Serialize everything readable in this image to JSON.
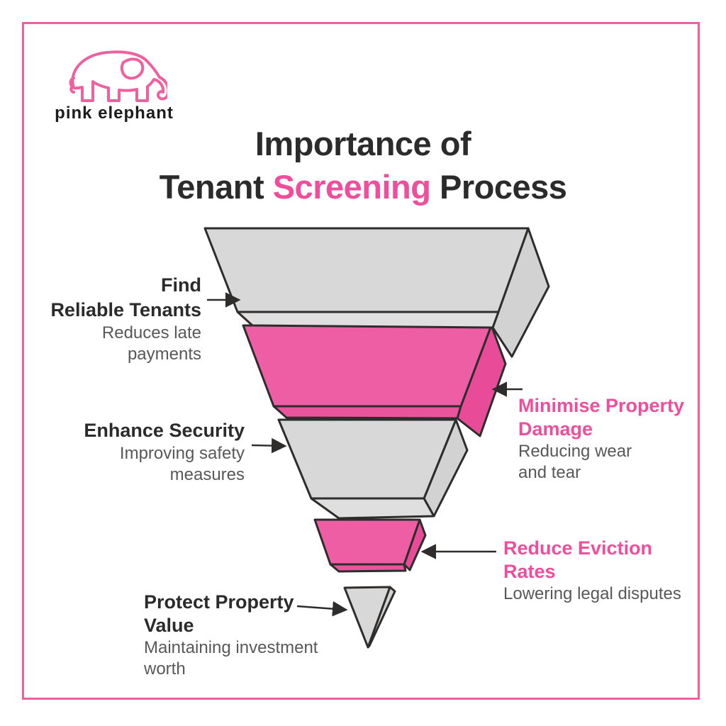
{
  "brand": {
    "name": "pink elephant"
  },
  "title": {
    "line1": "Importance of",
    "line2_prefix": "Tenant ",
    "line2_highlight": "Screening",
    "line2_suffix": " Process"
  },
  "colors": {
    "accent_pink": "#ee5ea4",
    "accent_pink_side": "#e84b97",
    "accent_pink_sliver": "#ea549c",
    "gray_front": "#d8d8d8",
    "gray_side": "#d2d2d2",
    "gray_sliver": "#dfdfdf",
    "outline": "#2e2d2c",
    "text_dark": "#2b2b2b",
    "text_gray": "#58585a",
    "label_pink": "#ee4e9b",
    "frame_pink": "#f0609f",
    "background": "#ffffff"
  },
  "funnel": {
    "type": "inverted-pyramid",
    "levels": [
      {
        "name": "find-reliable-tenants",
        "color": "gray",
        "label_side": "left",
        "title": "Find Reliable Tenants",
        "title_lines": [
          "Find",
          "Reliable Tenants"
        ],
        "subtitle": "Reduces late payments",
        "subtitle_lines": [
          "Reduces late",
          "payments"
        ]
      },
      {
        "name": "minimise-property-damage",
        "color": "pink",
        "label_side": "right",
        "title": "Minimise Property Damage",
        "title_lines": [
          "Minimise Property",
          "Damage"
        ],
        "subtitle": "Reducing wear and tear",
        "subtitle_lines": [
          "Reducing wear",
          "and tear"
        ]
      },
      {
        "name": "enhance-security",
        "color": "gray",
        "label_side": "left",
        "title": "Enhance Security",
        "title_lines": [
          "Enhance Security"
        ],
        "subtitle": "Improving safety measures",
        "subtitle_lines": [
          "Improving safety",
          "measures"
        ]
      },
      {
        "name": "reduce-eviction-rates",
        "color": "pink",
        "label_side": "right",
        "title": "Reduce Eviction Rates",
        "title_lines": [
          "Reduce Eviction",
          "Rates"
        ],
        "subtitle": "Lowering legal disputes",
        "subtitle_lines": [
          "Lowering legal disputes"
        ]
      },
      {
        "name": "protect-property-value",
        "color": "gray",
        "label_side": "left",
        "title": "Protect Property Value",
        "title_lines": [
          "Protect Property",
          "Value"
        ],
        "subtitle": "Maintaining investment worth",
        "subtitle_lines": [
          "Maintaining investment",
          "worth"
        ]
      }
    ]
  }
}
